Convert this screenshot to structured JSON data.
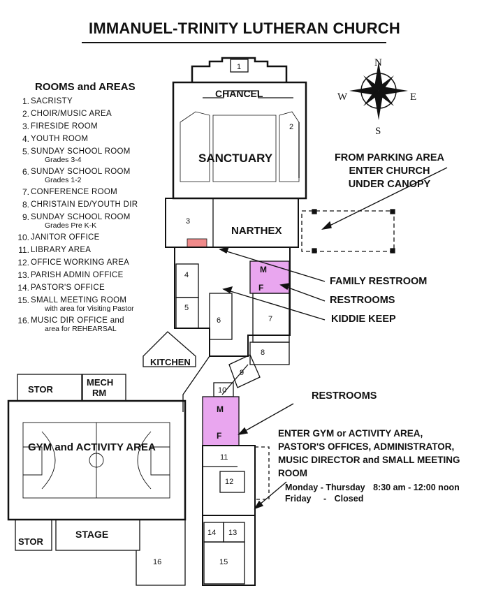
{
  "title": "IMMANUEL-TRINITY LUTHERAN CHURCH",
  "legend": {
    "heading": "ROOMS and AREAS",
    "items": [
      {
        "num": "1.",
        "label": "SACRISTY",
        "sub": ""
      },
      {
        "num": "2.",
        "label": "CHOIR/MUSIC AREA",
        "sub": ""
      },
      {
        "num": "3.",
        "label": "FIRESIDE ROOM",
        "sub": ""
      },
      {
        "num": "4.",
        "label": "YOUTH ROOM",
        "sub": ""
      },
      {
        "num": "5.",
        "label": "SUNDAY SCHOOL ROOM",
        "sub": "Grades 3-4"
      },
      {
        "num": "6.",
        "label": "SUNDAY SCHOOL ROOM",
        "sub": "Grades 1-2"
      },
      {
        "num": "7.",
        "label": "CONFERENCE ROOM",
        "sub": ""
      },
      {
        "num": "8.",
        "label": "CHRISTAIN ED/YOUTH DIR",
        "sub": ""
      },
      {
        "num": "9.",
        "label": "SUNDAY SCHOOL ROOM",
        "sub": "Grades Pre K-K"
      },
      {
        "num": "10.",
        "label": "JANITOR OFFICE",
        "sub": ""
      },
      {
        "num": "11.",
        "label": "LIBRARY AREA",
        "sub": ""
      },
      {
        "num": "12.",
        "label": "OFFICE WORKING AREA",
        "sub": ""
      },
      {
        "num": "13.",
        "label": "PARISH ADMIN OFFICE",
        "sub": ""
      },
      {
        "num": "14.",
        "label": "PASTOR'S OFFICE",
        "sub": ""
      },
      {
        "num": "15.",
        "label": "SMALL MEETING ROOM",
        "sub": "with area for Visiting Pastor"
      },
      {
        "num": "16.",
        "label": "MUSIC DIR OFFICE and",
        "sub": "area for REHEARSAL"
      }
    ]
  },
  "compass": {
    "n": "N",
    "s": "S",
    "e": "E",
    "w": "W"
  },
  "map_labels": {
    "chancel": "CHANCEL",
    "sanctuary": "SANCTUARY",
    "narthex": "NARTHEX",
    "kitchen": "KITCHEN",
    "stor_top": "STOR",
    "mech": "MECH",
    "rm": "RM",
    "gym": "GYM and ACTIVITY AREA",
    "stor_bottom": "STOR",
    "stage": "STAGE",
    "m1": "M",
    "f1": "F",
    "m2": "M",
    "f2": "F",
    "r1": "1",
    "r2": "2",
    "r3": "3",
    "r4": "4",
    "r5": "5",
    "r6": "6",
    "r7": "7",
    "r8": "8",
    "r9": "9",
    "r10": "10",
    "r11": "11",
    "r12": "12",
    "r13": "13",
    "r14": "14",
    "r15": "15",
    "r16": "16"
  },
  "callouts": {
    "parking": [
      "FROM PARKING AREA",
      "ENTER CHURCH",
      "UNDER CANOPY"
    ],
    "family_restroom": "FAMILY RESTROOM",
    "restrooms_1": "RESTROOMS",
    "kiddie_keep": "KIDDIE KEEP",
    "restrooms_2": "RESTROOMS",
    "enter_gym": [
      "ENTER GYM or ACTIVITY AREA,",
      "PASTOR'S OFFICES, ADMINISTRATOR,",
      "MUSIC DIRECTOR and SMALL MEETING",
      "ROOM"
    ]
  },
  "hours": {
    "weekday_label": "Monday - Thursday",
    "weekday_hours": "8:30 am - 12:00 noon",
    "friday_label": "Friday",
    "friday_dash": "-",
    "friday_status": "Closed"
  },
  "colors": {
    "restroom_fill": "#e9a6ef",
    "line": "#111111",
    "accent_pink": "#f08a8a"
  }
}
